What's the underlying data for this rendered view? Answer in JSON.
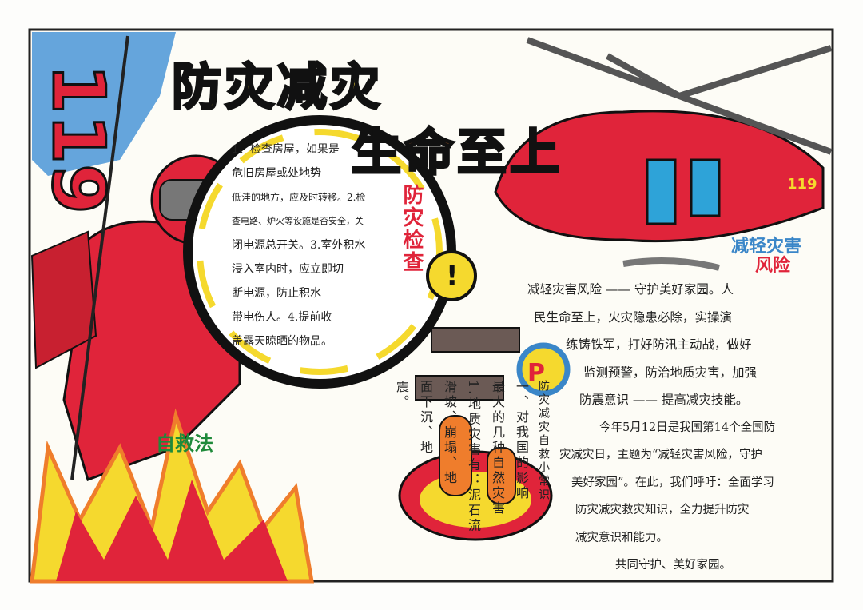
{
  "poster": {
    "number": "119",
    "title_line1": "防灾减灾",
    "title_line2": "生命至上",
    "helicopter_number": "119",
    "check_section": {
      "heading": "防灾检查",
      "lines": [
        "1、检查房屋，如果是",
        "危旧房屋或处地势",
        "低洼的地方，应及时转移。2.检",
        "查电路、炉火等设施是否安全，关",
        "闭电源总开关。3.室外积水",
        "浸入室内时，应立即切",
        "断电源，防止积水",
        "带电伤人。4.提前收",
        "盖露天晾晒的物品。"
      ]
    },
    "self_rescue_label": "自救法",
    "tips_section": {
      "heading": "防灾减灾自救小常识",
      "columns": [
        "一、对我国的影响",
        "最大的几种自然灾害",
        "1.地质灾害有：泥石流",
        "滑坡、崩塌、地",
        "面下沉、地",
        "震。"
      ]
    },
    "risk_section": {
      "heading_line1": "减轻灾害",
      "heading_line2": "风险",
      "paragraph1": [
        "减轻灾害风险 —— 守护美好家园。人",
        "民生命至上，火灾隐患必除，实操演",
        "练铸铁军，打好防汛主动战，做好",
        "监测预警，防治地质灾害，加强",
        "防震意识 —— 提高减灾技能。"
      ],
      "paragraph2": [
        "今年5月12日是我国第14个全国防",
        "灾减灾日，主题为“减轻灾害风险，守护",
        "美好家园”。在此，我们呼吁：全面学习",
        "防灾减灾救灾知识，全力提升防灾",
        "减灾意识和能力。"
      ],
      "closing": "共同守护、美好家园。"
    },
    "sign_letter": "P",
    "warning_mark": "!",
    "colors": {
      "red": "#e0243a",
      "yellow": "#f5d92e",
      "orange": "#ef7d2c",
      "blue": "#3a86c8",
      "black": "#1a1a1a"
    }
  }
}
